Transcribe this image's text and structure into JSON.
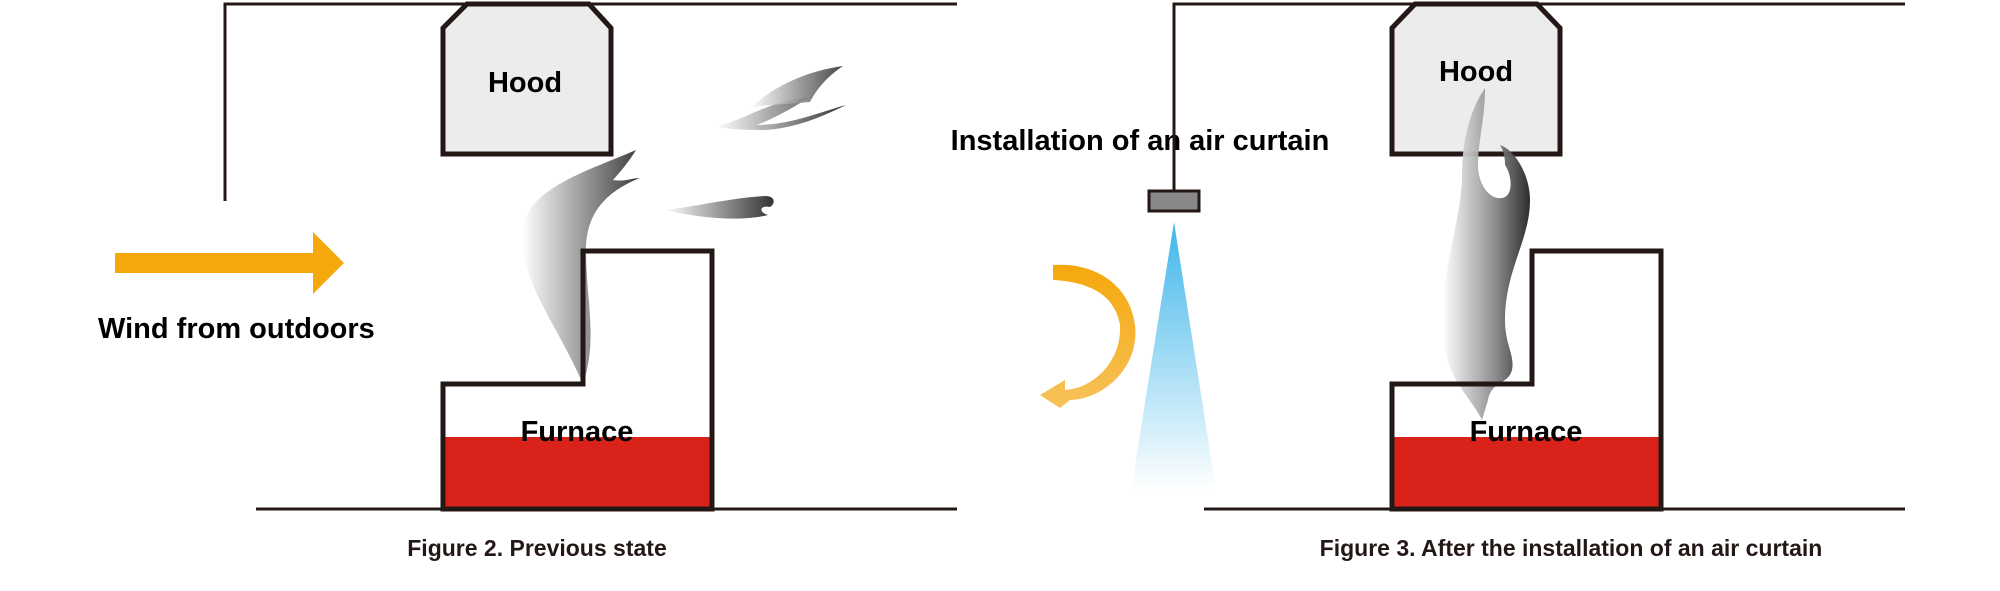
{
  "figure2": {
    "hood_label": "Hood",
    "furnace_label": "Furnace",
    "wind_label": "Wind from outdoors",
    "caption": "Figure 2. Previous state"
  },
  "figure3": {
    "hood_label": "Hood",
    "furnace_label": "Furnace",
    "air_curtain_label": "Installation of an air curtain",
    "caption": "Figure 3. After the installation of an air curtain"
  },
  "colors": {
    "outline": "#231815",
    "hood_fill": "#ececec",
    "molten_metal": "#d9231a",
    "wind_arrow": "#f5a80c",
    "air_jet": "#3fb6ea",
    "smoke": "#444444"
  }
}
